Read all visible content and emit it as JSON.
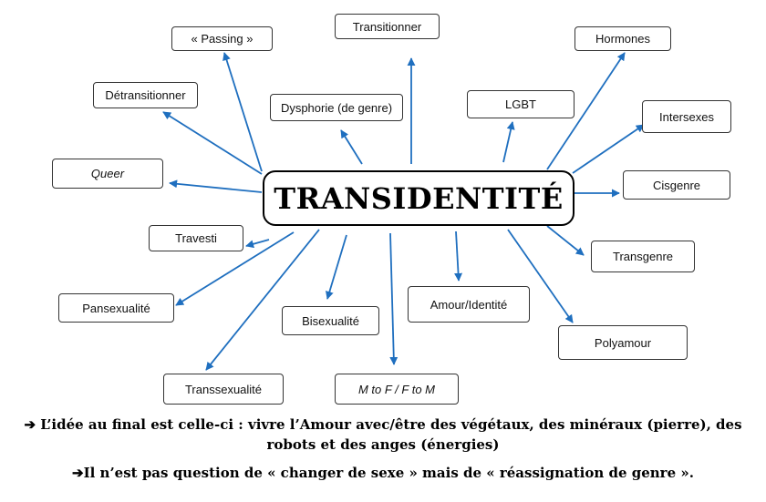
{
  "colors": {
    "arrow": "#1f6fbf",
    "border": "#333333",
    "text": "#111111"
  },
  "center": {
    "label": "TRANSIDENTITÉ"
  },
  "nodes": [
    {
      "id": "passing",
      "label": "« Passing »"
    },
    {
      "id": "transitionner",
      "label": "Transitionner"
    },
    {
      "id": "hormones",
      "label": "Hormones"
    },
    {
      "id": "detransitionner",
      "label": "Détransitionner"
    },
    {
      "id": "dysphorie",
      "label": "Dysphorie (de genre)"
    },
    {
      "id": "lgbt",
      "label": "LGBT"
    },
    {
      "id": "intersexes",
      "label": "Intersexes"
    },
    {
      "id": "queer",
      "label": "Queer"
    },
    {
      "id": "cisgenre",
      "label": "Cisgenre"
    },
    {
      "id": "travesti",
      "label": "Travesti"
    },
    {
      "id": "transgenre",
      "label": "Transgenre"
    },
    {
      "id": "amour",
      "label": "Amour/Identité"
    },
    {
      "id": "pansexualite",
      "label": "Pansexualité"
    },
    {
      "id": "bisexualite",
      "label": "Bisexualité"
    },
    {
      "id": "polyamour",
      "label": "Polyamour"
    },
    {
      "id": "transsexualite",
      "label": "Transsexualité"
    },
    {
      "id": "mtof",
      "label": "M to F / F to M"
    }
  ],
  "notes": {
    "line1": "➔ L’idée au final est celle-ci : vivre l’Amour avec/être des végétaux, des minéraux (pierre), des robots et des anges (énergies)",
    "line2": "➔Il n’est pas question de « changer de sexe » mais de « réassignation de genre »."
  }
}
